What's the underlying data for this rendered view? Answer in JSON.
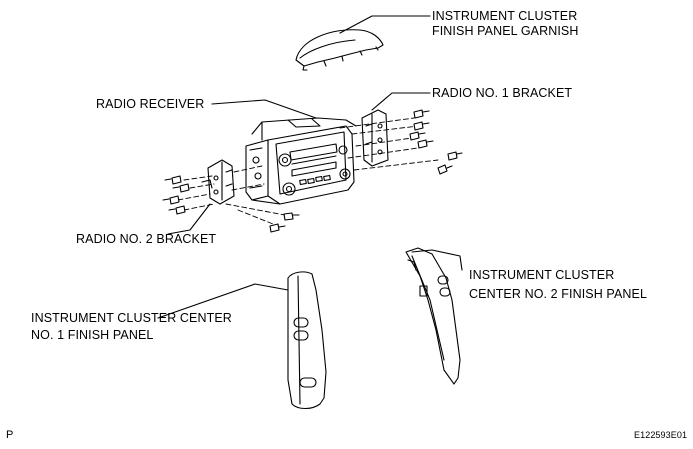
{
  "labels": {
    "garnish_line1": "INSTRUMENT CLUSTER",
    "garnish_line2": "FINISH PANEL GARNISH",
    "radio_receiver": "RADIO RECEIVER",
    "bracket1": "RADIO NO. 1 BRACKET",
    "bracket2": "RADIO NO. 2 BRACKET",
    "panel2_line1": "INSTRUMENT CLUSTER",
    "panel2_line2": "CENTER NO. 2 FINISH PANEL",
    "panel1_line1": "INSTRUMENT CLUSTER CENTER",
    "panel1_line2": "NO. 1 FINISH PANEL"
  },
  "corner_mark": "P",
  "figure_code": "E122593E01"
}
